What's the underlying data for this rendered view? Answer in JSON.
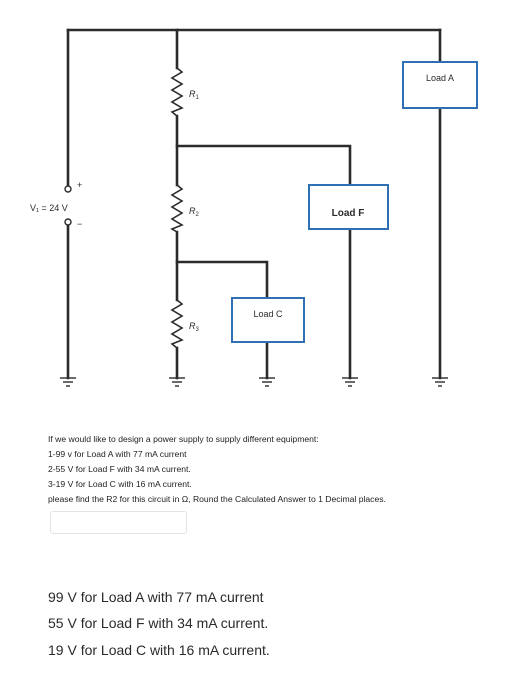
{
  "diagram": {
    "source_label": "V₁ = 24 V",
    "plus_label": "+",
    "minus_label": "−",
    "resistors": [
      {
        "name": "R",
        "sub": "1"
      },
      {
        "name": "R",
        "sub": "2"
      },
      {
        "name": "R",
        "sub": "3"
      }
    ],
    "loads": {
      "a": "Load A",
      "f": "Load F",
      "c": "Load C"
    },
    "wire_color": "#2b2b2b",
    "load_border_color": "#2f6fb3"
  },
  "question": {
    "lines": [
      "If  we would like to design a power supply to supply different equipment:",
      "1-99 v for Load A  with 77 mA current",
      "2-55 V for Load F with 34 mA current.",
      "3-19 V for Load C with 16 mA current.",
      "please find the R2 for this circuit in Ω, Round the Calculated Answer to 1 Decimal places."
    ],
    "answer_value": ""
  },
  "restated": {
    "lines": [
      "99 V for Load A with 77 mA current",
      "55 V for Load F with 34 mA current.",
      "19 V for Load C with 16 mA current."
    ]
  }
}
